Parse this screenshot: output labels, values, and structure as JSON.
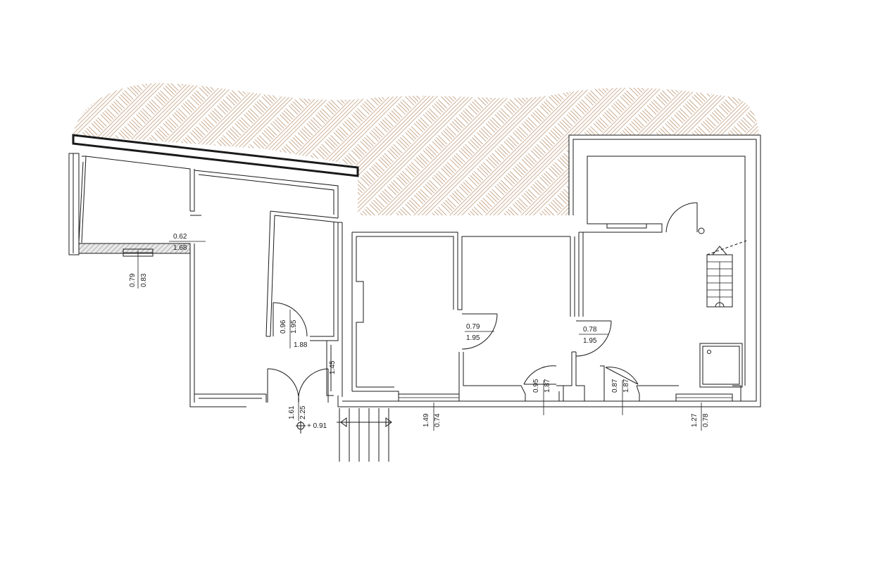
{
  "dimensions": {
    "d_062": "0.62",
    "d_168": "1.68",
    "d_079_a": "0.79",
    "d_083": "0.83",
    "d_096": "0.96",
    "d_195_a": "1.95",
    "d_188": "1.88",
    "d_145": "1.45",
    "d_161": "1.61",
    "d_225": "2.25",
    "d_level": "+ 0.91",
    "d_149": "1.49",
    "d_074": "0.74",
    "d_079_b": "0.79",
    "d_195_b": "1.95",
    "d_095": "0.95",
    "d_187_a": "1.87",
    "d_078_a": "0.78",
    "d_195_c": "1.95",
    "d_087": "0.87",
    "d_187_b": "1.87",
    "d_127": "1.27",
    "d_078_b": "0.78"
  },
  "colors": {
    "ink": "#1a1a1a",
    "earth_hatch": "#c9a98d",
    "paper": "#ffffff"
  }
}
